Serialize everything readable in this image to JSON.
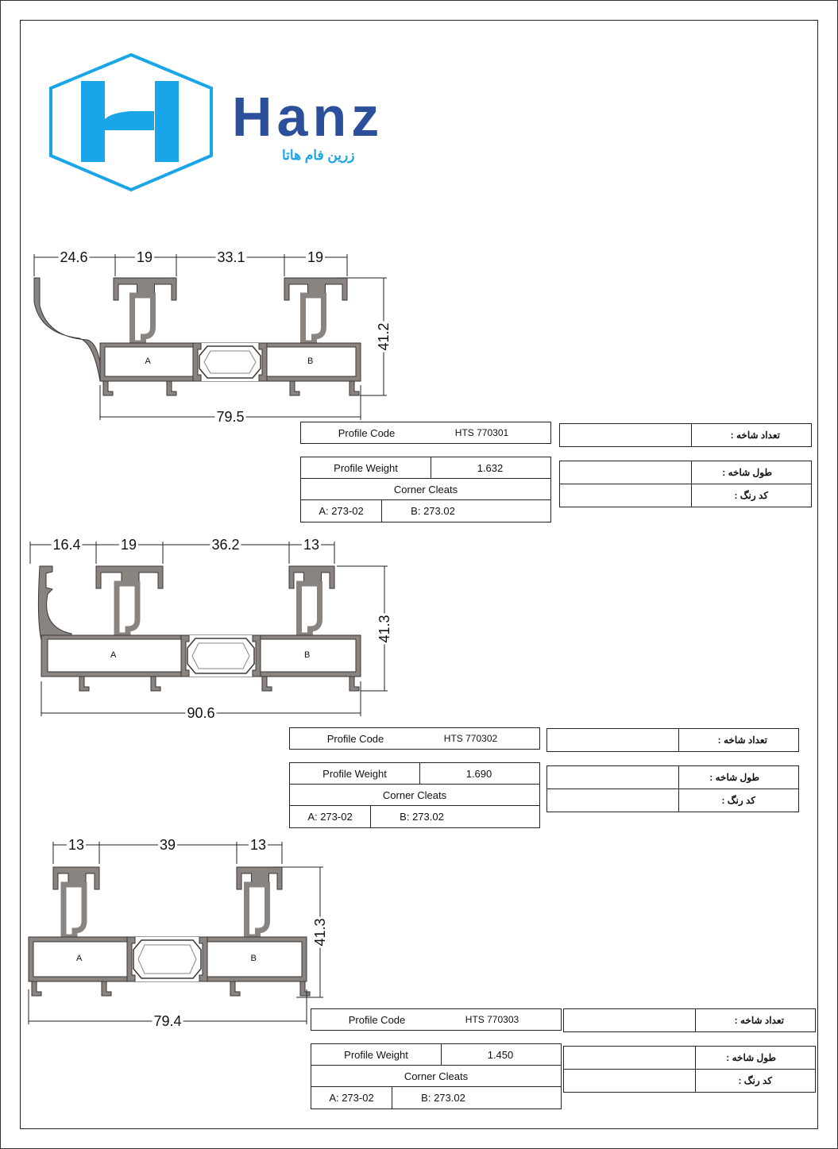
{
  "brand": {
    "name": "Hanz",
    "subtitle": "زرین فام هاتا"
  },
  "colors": {
    "logo_cyan": "#1aa5e8",
    "brand_blue": "#2b4f9a",
    "profile_gray": "#8a8480"
  },
  "labels": {
    "profile_code": "Profile Code",
    "profile_weight": "Profile Weight",
    "corner_cleats": "Corner Cleats",
    "branch_count": "تعداد شاخه :",
    "branch_length": "طول شاخه :",
    "color_code": "کد رنگ :",
    "chamber_a": "A",
    "chamber_b": "B"
  },
  "profiles": [
    {
      "code": "HTS 770301",
      "weight": "1.632",
      "cleat_a": "A:  273-02",
      "cleat_b": "B:  273.02",
      "dims_top": [
        "24.6",
        "19",
        "33.1",
        "19"
      ],
      "dim_height": "41.2",
      "dim_width": "79.5"
    },
    {
      "code": "HTS 770302",
      "weight": "1.690",
      "cleat_a": "A:  273-02",
      "cleat_b": "B:  273.02",
      "dims_top": [
        "16.4",
        "19",
        "36.2",
        "13"
      ],
      "dim_height": "41.3",
      "dim_width": "90.6"
    },
    {
      "code": "HTS 770303",
      "weight": "1.450",
      "cleat_a": "A:  273-02",
      "cleat_b": "B:  273.02",
      "dims_top": [
        "13",
        "39",
        "13"
      ],
      "dim_height": "41.3",
      "dim_width": "79.4"
    }
  ]
}
